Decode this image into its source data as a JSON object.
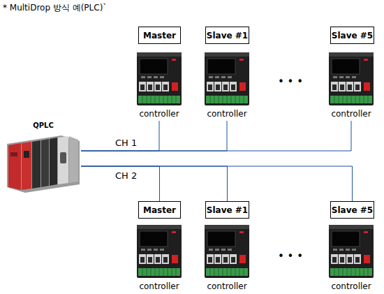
{
  "diagram": {
    "title": "* MultiDrop 방식 예(PLC)`",
    "nodes": [
      {
        "text": [
          "Master"
        ]
      },
      {
        "text": [
          "Slave #1"
        ]
      },
      {
        "text": [
          "Slave #5"
        ]
      },
      {
        "text": [
          "controller"
        ]
      },
      {
        "text": [
          "controller"
        ]
      },
      {
        "text": [
          "controller"
        ]
      },
      {
        "text": [
          "QPLC"
        ]
      },
      {
        "text": [
          "Master"
        ]
      },
      {
        "text": [
          "Slave #1"
        ]
      },
      {
        "text": [
          "Slave #5"
        ]
      },
      {
        "text": [
          "controller"
        ]
      },
      {
        "text": [
          "controller"
        ]
      },
      {
        "text": [
          "controller"
        ]
      }
    ],
    "edges": [
      {
        "from": 6,
        "to": 3,
        "arrow": "none"
      },
      {
        "from": 6,
        "to": 4,
        "arrow": "none"
      },
      {
        "from": 6,
        "to": 5,
        "arrow": "none"
      },
      {
        "from": 6,
        "to": 7,
        "arrow": "none"
      },
      {
        "from": 6,
        "to": 8,
        "arrow": "none"
      },
      {
        "from": 6,
        "to": 9,
        "arrow": "none"
      }
    ],
    "labels": [
      "CH 1",
      "CH 2",
      "• • •",
      "• • •"
    ]
  }
}
